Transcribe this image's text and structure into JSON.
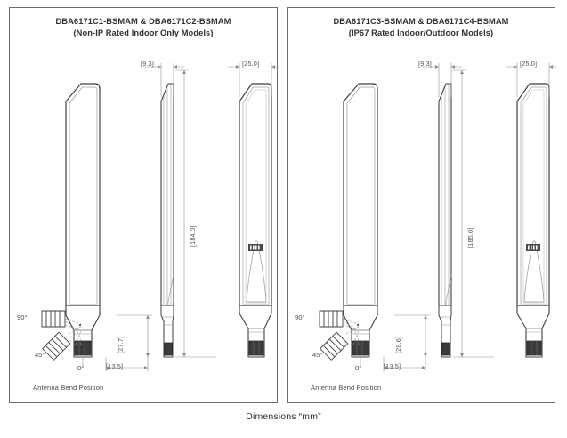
{
  "document": {
    "footer_caption": "Dimensions “mm”"
  },
  "panels": [
    {
      "id": "left",
      "title_line1": "DBA6171C1-BSMAM & DBA6171C2-BSMAM",
      "title_line2": "(Non-IP Rated Indoor Only Models)",
      "bend_caption": "Antenna Bend Position",
      "dimensions": {
        "width_top": "[9.3]",
        "depth_top": "[25.0]",
        "height_overall": "[184.0]",
        "connector_height": "[27.7]",
        "base_width": "[13.5]"
      },
      "bend_angles": {
        "deg90": "90°",
        "deg45": "45°",
        "deg0": "0°"
      }
    },
    {
      "id": "right",
      "title_line1": "DBA6171C3-BSMAM & DBA6171C4-BSMAM",
      "title_line2": "(IP67 Rated Indoor/Outdoor Models)",
      "bend_caption": "Antenna Bend Position",
      "dimensions": {
        "width_top": "[9.3]",
        "depth_top": "[25.0]",
        "height_overall": "[185.0]",
        "connector_height": "[28.6]",
        "base_width": "[13.5]"
      },
      "bend_angles": {
        "deg90": "90°",
        "deg45": "45°",
        "deg0": "0°"
      }
    }
  ],
  "colors": {
    "line": "#4a4a4a",
    "thin_line": "#8a8a8a",
    "border": "#6e6e6e",
    "text": "#3a3a3a",
    "connector_fill": "#3b3b3b"
  }
}
